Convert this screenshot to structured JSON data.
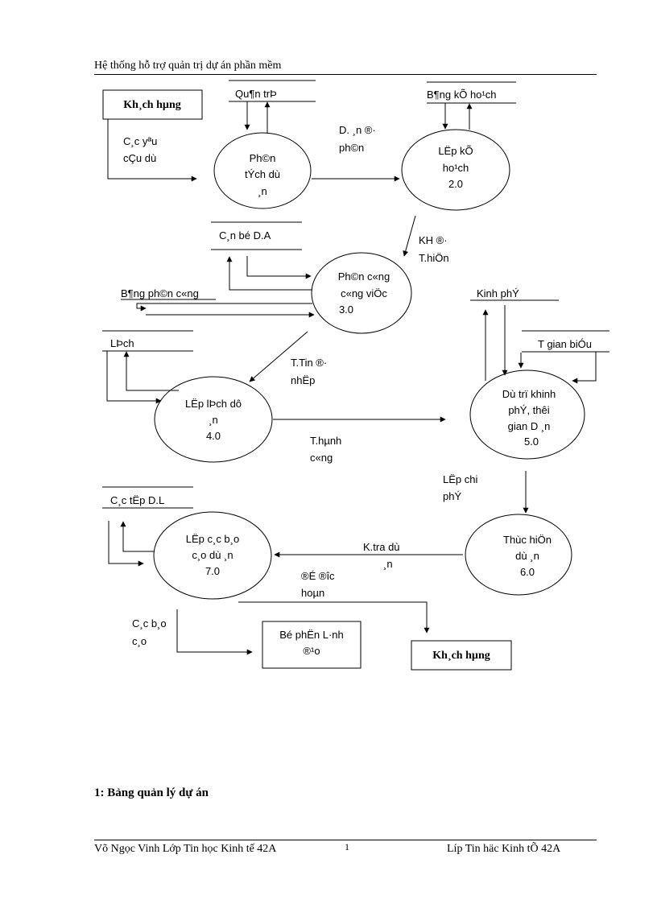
{
  "header": {
    "title": "Hệ thống hỗ trợ quản trị dự án phần mềm"
  },
  "diagram": {
    "entities": {
      "customer_top": "Kh¸ch hµng",
      "customer_bottom": "Kh¸ch hµng",
      "management": [
        "Bé phËn L·nh",
        "®¹o"
      ]
    },
    "datastores": {
      "admin": "Qu¶n trÞ",
      "plan_table": "B¶ng kÕ ho¹ch",
      "staff": "C¸n bé D.A",
      "assign_table": "B¶ng ph©n c«ng",
      "schedule": "LÞch",
      "budget": "Kinh phÝ",
      "timetable": "T gian biÓu",
      "data_sets": "C¸c tËp D.L"
    },
    "processes": {
      "p1": [
        "Ph©n",
        "tÝch dù",
        "¸n"
      ],
      "p2": [
        "LËp kÕ",
        "ho¹ch",
        "2.0"
      ],
      "p3": [
        "Ph©n c«ng",
        "c«ng viÖc",
        "3.0"
      ],
      "p4": [
        "LËp lÞch dô",
        "¸n",
        "4.0"
      ],
      "p5": [
        "Dù trï khinh",
        "phÝ, thêi",
        "gian D ¸n",
        "5.0"
      ],
      "p6": [
        "Thùc hiÖn",
        "dù ¸n",
        "6.0"
      ],
      "p7": [
        "LËp c¸c b¸o",
        "c¸o dù ¸n",
        "7.0"
      ]
    },
    "flows": {
      "requirements": [
        "C¸c yªu",
        "cÇu dù"
      ],
      "approved": [
        "D. ¸n ®·",
        "ph©n"
      ],
      "plan_designed": [
        "KH ®·",
        "T.hiÖn"
      ],
      "info_received": [
        "T.Tin ®·",
        "nhËp"
      ],
      "completed": [
        "T.hµnh",
        "c«ng"
      ],
      "cost_set": [
        "LËp chi",
        "phÝ"
      ],
      "check_project": [
        "K.tra dù",
        "¸n"
      ],
      "selected": [
        "®É ®îc",
        "hoµn"
      ],
      "reports": [
        "C¸c b¸o",
        "c¸o"
      ]
    }
  },
  "section": {
    "title": "1: Bảng quản lý dự án"
  },
  "footer": {
    "left": "Võ Ngọc Vinh Lớp Tin học Kinh tế 42A",
    "page": "1",
    "right": "Líp Tin häc Kinh tÕ 42A"
  }
}
